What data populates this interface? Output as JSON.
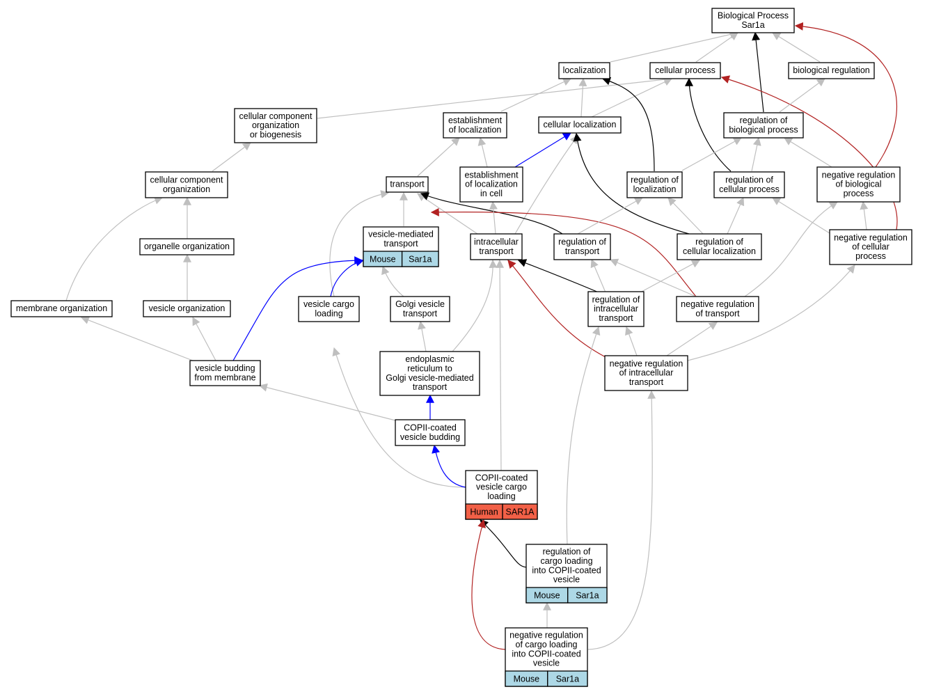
{
  "colors": {
    "is_a": "#bfbfbf",
    "part_of": "#0000ff",
    "regulates": "#000000",
    "negatively_regulates": "#b22222",
    "mouse_cell": "#add8e6",
    "human_cell": "#f26047"
  },
  "nodes": [
    {
      "id": "bp",
      "lines": [
        "Biological Process",
        "Sar1a"
      ]
    },
    {
      "id": "localization",
      "lines": [
        "localization"
      ]
    },
    {
      "id": "cellular_process",
      "lines": [
        "cellular process"
      ]
    },
    {
      "id": "biological_regulation",
      "lines": [
        "biological regulation"
      ]
    },
    {
      "id": "cc_org_biogenesis",
      "lines": [
        "cellular component",
        "organization",
        "or biogenesis"
      ]
    },
    {
      "id": "est_localization",
      "lines": [
        "establishment",
        "of localization"
      ]
    },
    {
      "id": "cellular_localization",
      "lines": [
        "cellular localization"
      ]
    },
    {
      "id": "reg_bio_process",
      "lines": [
        "regulation of",
        "biological process"
      ]
    },
    {
      "id": "cc_org",
      "lines": [
        "cellular component",
        "organization"
      ]
    },
    {
      "id": "transport",
      "lines": [
        "transport"
      ]
    },
    {
      "id": "est_loc_in_cell",
      "lines": [
        "establishment",
        "of localization",
        "in cell"
      ]
    },
    {
      "id": "reg_localization",
      "lines": [
        "regulation of",
        "localization"
      ]
    },
    {
      "id": "reg_cell_process",
      "lines": [
        "regulation of",
        "cellular process"
      ]
    },
    {
      "id": "neg_reg_bio_process",
      "lines": [
        "negative regulation",
        "of biological",
        "process"
      ]
    },
    {
      "id": "vesicle_mediated_transport",
      "lines": [
        "vesicle-mediated",
        "transport"
      ],
      "cells": [
        {
          "text": "Mouse",
          "color": "mouse"
        },
        {
          "text": "Sar1a",
          "color": "mouse"
        }
      ]
    },
    {
      "id": "organelle_org",
      "lines": [
        "organelle organization"
      ]
    },
    {
      "id": "intracellular_transport",
      "lines": [
        "intracellular",
        "transport"
      ]
    },
    {
      "id": "reg_transport",
      "lines": [
        "regulation of",
        "transport"
      ]
    },
    {
      "id": "reg_cell_localization",
      "lines": [
        "regulation of",
        "cellular localization"
      ]
    },
    {
      "id": "neg_reg_cell_process",
      "lines": [
        "negative regulation",
        "of cellular",
        "process"
      ]
    },
    {
      "id": "membrane_org",
      "lines": [
        "membrane organization"
      ]
    },
    {
      "id": "vesicle_org",
      "lines": [
        "vesicle organization"
      ]
    },
    {
      "id": "vesicle_cargo_loading",
      "lines": [
        "vesicle cargo",
        "loading"
      ]
    },
    {
      "id": "golgi_vesicle_transport",
      "lines": [
        "Golgi vesicle",
        "transport"
      ]
    },
    {
      "id": "reg_intracellular_transport",
      "lines": [
        "regulation of",
        "intracellular",
        "transport"
      ]
    },
    {
      "id": "neg_reg_transport",
      "lines": [
        "negative regulation",
        "of transport"
      ]
    },
    {
      "id": "vesicle_budding",
      "lines": [
        "vesicle budding",
        "from membrane"
      ]
    },
    {
      "id": "er_golgi_transport",
      "lines": [
        "endoplasmic",
        "reticulum to",
        "Golgi vesicle-mediated",
        "transport"
      ]
    },
    {
      "id": "neg_reg_intracellular_transport",
      "lines": [
        "negative regulation",
        "of intracellular",
        "transport"
      ]
    },
    {
      "id": "copii_budding",
      "lines": [
        "COPII-coated",
        "vesicle budding"
      ]
    },
    {
      "id": "copii_cargo_loading",
      "lines": [
        "COPII-coated",
        "vesicle cargo",
        "loading"
      ],
      "cells": [
        {
          "text": "Human",
          "color": "human"
        },
        {
          "text": "SAR1A",
          "color": "human"
        }
      ]
    },
    {
      "id": "reg_cargo_loading",
      "lines": [
        "regulation of",
        "cargo loading",
        "into COPII-coated",
        "vesicle"
      ],
      "cells": [
        {
          "text": "Mouse",
          "color": "mouse"
        },
        {
          "text": "Sar1a",
          "color": "mouse"
        }
      ]
    },
    {
      "id": "neg_reg_cargo_loading",
      "lines": [
        "negative regulation",
        "of cargo loading",
        "into COPII-coated",
        "vesicle"
      ],
      "cells": [
        {
          "text": "Mouse",
          "color": "mouse"
        },
        {
          "text": "Sar1a",
          "color": "mouse"
        }
      ]
    }
  ],
  "edges": [
    {
      "from": "localization",
      "to": "bp",
      "type": "is_a"
    },
    {
      "from": "cellular_process",
      "to": "bp",
      "type": "is_a"
    },
    {
      "from": "biological_regulation",
      "to": "bp",
      "type": "is_a"
    },
    {
      "from": "reg_bio_process",
      "to": "bp",
      "type": "regulates"
    },
    {
      "from": "neg_reg_bio_process",
      "to": "bp",
      "type": "negatively_regulates"
    },
    {
      "from": "cc_org_biogenesis",
      "to": "cellular_process",
      "type": "is_a"
    },
    {
      "from": "est_localization",
      "to": "localization",
      "type": "is_a"
    },
    {
      "from": "cellular_localization",
      "to": "localization",
      "type": "is_a"
    },
    {
      "from": "cellular_localization",
      "to": "cellular_process",
      "type": "is_a"
    },
    {
      "from": "reg_localization",
      "to": "localization",
      "type": "regulates"
    },
    {
      "from": "reg_cell_process",
      "to": "cellular_process",
      "type": "regulates"
    },
    {
      "from": "neg_reg_cell_process",
      "to": "cellular_process",
      "type": "negatively_regulates"
    },
    {
      "from": "reg_bio_process",
      "to": "biological_regulation",
      "type": "is_a"
    },
    {
      "from": "cc_org",
      "to": "cc_org_biogenesis",
      "type": "is_a"
    },
    {
      "from": "transport",
      "to": "est_localization",
      "type": "is_a"
    },
    {
      "from": "est_loc_in_cell",
      "to": "est_localization",
      "type": "is_a"
    },
    {
      "from": "est_loc_in_cell",
      "to": "cellular_localization",
      "type": "part_of"
    },
    {
      "from": "intracellular_transport",
      "to": "cellular_localization",
      "type": "is_a"
    },
    {
      "from": "reg_cell_localization",
      "to": "cellular_localization",
      "type": "regulates"
    },
    {
      "from": "reg_localization",
      "to": "reg_bio_process",
      "type": "is_a"
    },
    {
      "from": "reg_cell_process",
      "to": "reg_bio_process",
      "type": "is_a"
    },
    {
      "from": "neg_reg_bio_process",
      "to": "reg_bio_process",
      "type": "is_a"
    },
    {
      "from": "organelle_org",
      "to": "cc_org",
      "type": "is_a"
    },
    {
      "from": "membrane_org",
      "to": "cc_org",
      "type": "is_a"
    },
    {
      "from": "vesicle_mediated_transport",
      "to": "transport",
      "type": "is_a"
    },
    {
      "from": "intracellular_transport",
      "to": "transport",
      "type": "is_a"
    },
    {
      "from": "reg_transport",
      "to": "transport",
      "type": "regulates"
    },
    {
      "from": "neg_reg_transport",
      "to": "transport",
      "type": "negatively_regulates"
    },
    {
      "from": "vesicle_cargo_loading",
      "to": "transport",
      "type": "is_a"
    },
    {
      "from": "intracellular_transport",
      "to": "est_loc_in_cell",
      "type": "is_a"
    },
    {
      "from": "reg_transport",
      "to": "reg_localization",
      "type": "is_a"
    },
    {
      "from": "reg_cell_localization",
      "to": "reg_localization",
      "type": "is_a"
    },
    {
      "from": "reg_cell_localization",
      "to": "reg_cell_process",
      "type": "is_a"
    },
    {
      "from": "neg_reg_cell_process",
      "to": "reg_cell_process",
      "type": "is_a"
    },
    {
      "from": "neg_reg_cell_process",
      "to": "neg_reg_bio_process",
      "type": "is_a"
    },
    {
      "from": "neg_reg_transport",
      "to": "neg_reg_bio_process",
      "type": "is_a"
    },
    {
      "from": "vesicle_org",
      "to": "organelle_org",
      "type": "is_a"
    },
    {
      "from": "golgi_vesicle_transport",
      "to": "vesicle_mediated_transport",
      "type": "is_a"
    },
    {
      "from": "vesicle_cargo_loading",
      "to": "vesicle_mediated_transport",
      "type": "part_of"
    },
    {
      "from": "vesicle_budding",
      "to": "vesicle_mediated_transport",
      "type": "part_of"
    },
    {
      "from": "reg_intracellular_transport",
      "to": "intracellular_transport",
      "type": "regulates"
    },
    {
      "from": "neg_reg_intracellular_transport",
      "to": "intracellular_transport",
      "type": "negatively_regulates"
    },
    {
      "from": "er_golgi_transport",
      "to": "intracellular_transport",
      "type": "is_a"
    },
    {
      "from": "copii_cargo_loading",
      "to": "intracellular_transport",
      "type": "is_a"
    },
    {
      "from": "reg_intracellular_transport",
      "to": "reg_transport",
      "type": "is_a"
    },
    {
      "from": "neg_reg_transport",
      "to": "reg_transport",
      "type": "is_a"
    },
    {
      "from": "reg_intracellular_transport",
      "to": "reg_cell_localization",
      "type": "is_a"
    },
    {
      "from": "neg_reg_intracellular_transport",
      "to": "neg_reg_cell_process",
      "type": "is_a"
    },
    {
      "from": "vesicle_budding",
      "to": "membrane_org",
      "type": "is_a"
    },
    {
      "from": "vesicle_budding",
      "to": "vesicle_org",
      "type": "is_a"
    },
    {
      "from": "copii_cargo_loading",
      "to": "vesicle_cargo_loading",
      "type": "is_a"
    },
    {
      "from": "er_golgi_transport",
      "to": "golgi_vesicle_transport",
      "type": "is_a"
    },
    {
      "from": "reg_cargo_loading",
      "to": "reg_intracellular_transport",
      "type": "is_a"
    },
    {
      "from": "neg_reg_intracellular_transport",
      "to": "reg_intracellular_transport",
      "type": "is_a"
    },
    {
      "from": "neg_reg_intracellular_transport",
      "to": "neg_reg_transport",
      "type": "is_a"
    },
    {
      "from": "copii_budding",
      "to": "vesicle_budding",
      "type": "is_a"
    },
    {
      "from": "copii_budding",
      "to": "er_golgi_transport",
      "type": "part_of"
    },
    {
      "from": "neg_reg_cargo_loading",
      "to": "neg_reg_intracellular_transport",
      "type": "is_a"
    },
    {
      "from": "copii_cargo_loading",
      "to": "copii_budding",
      "type": "part_of"
    },
    {
      "from": "reg_cargo_loading",
      "to": "copii_cargo_loading",
      "type": "regulates"
    },
    {
      "from": "neg_reg_cargo_loading",
      "to": "copii_cargo_loading",
      "type": "negatively_regulates"
    },
    {
      "from": "neg_reg_cargo_loading",
      "to": "reg_cargo_loading",
      "type": "is_a"
    }
  ]
}
